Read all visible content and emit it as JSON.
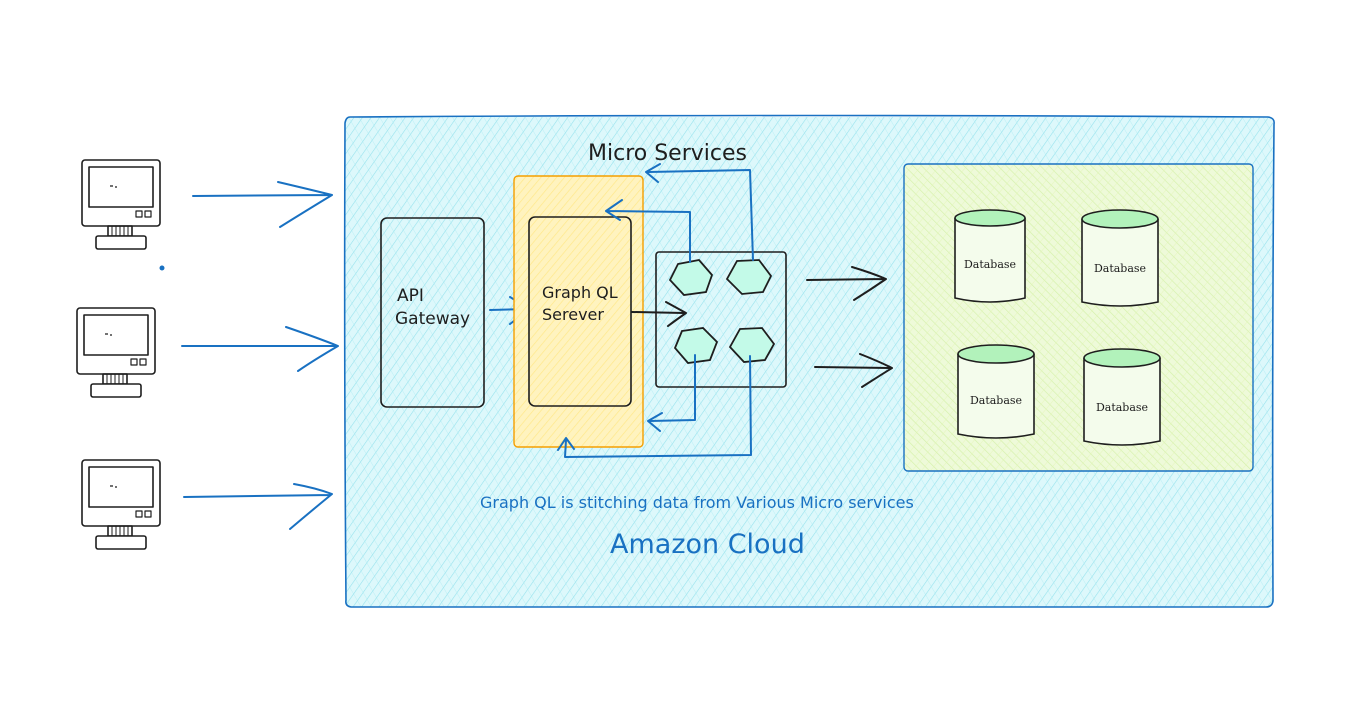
{
  "diagram": {
    "cloud_label": "Amazon Cloud",
    "caption": "Graph QL is stitching data from Various Micro services",
    "api_gateway": {
      "line1": "API",
      "line2": "Gateway"
    },
    "graphql_server": {
      "line1": "Graph QL",
      "line2": "Serever"
    },
    "micro_services": {
      "title": "Micro Services"
    },
    "databases": [
      {
        "label": "Database"
      },
      {
        "label": "Database"
      },
      {
        "label": "Database"
      },
      {
        "label": "Database"
      }
    ],
    "clients": [
      {
        "icon": "computer-icon"
      },
      {
        "icon": "computer-icon"
      },
      {
        "icon": "computer-icon"
      }
    ],
    "colors": {
      "cloud_fill": "#a5eef5",
      "cloud_stroke": "#1971c2",
      "graphql_fill": "#ffec99",
      "graphql_stroke": "#f59f00",
      "db_area_fill": "#d8f5a2",
      "db_top_fill": "#b2f2bb",
      "arrow_blue": "#1971c2",
      "ink": "#1e1e1e"
    }
  }
}
